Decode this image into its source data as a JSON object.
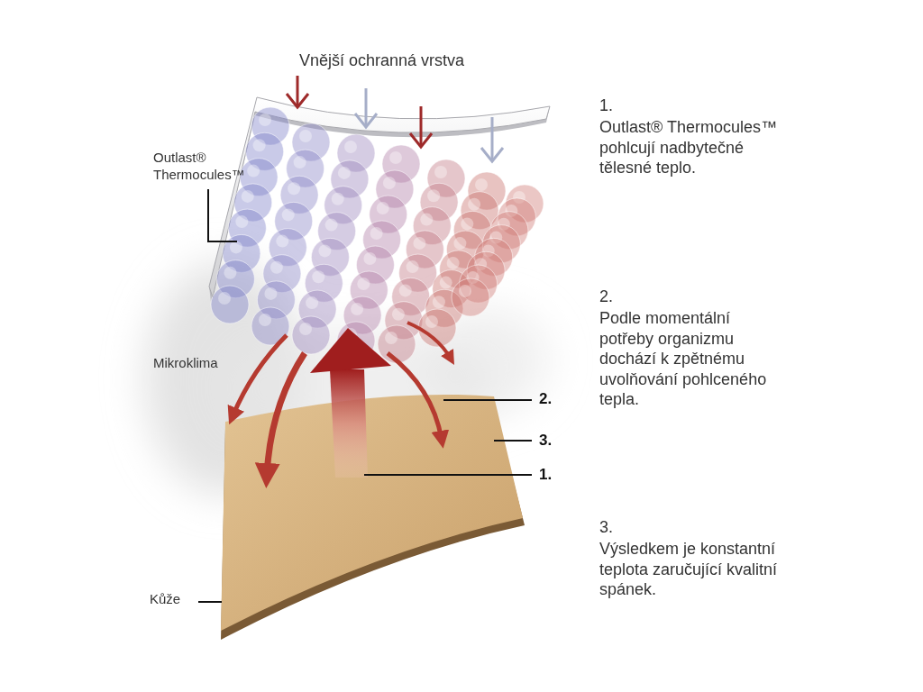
{
  "diagram": {
    "labels": [
      "Vnější ochranná vrstva",
      "Outlast® Thermocules™",
      "Mikroklima",
      "2.",
      "3.",
      "1.",
      "Kůže",
      "1.",
      "Outlast® Thermocules™ pohlcují nadbytečné tělesné teplo.",
      "2.",
      "Podle momentální potřeby organizmu dochází k zpětnému uvolňování pohlceného tepla.",
      "3.",
      "Výsledkem je konstantní teplota zaručující kvalitní spánek."
    ]
  }
}
